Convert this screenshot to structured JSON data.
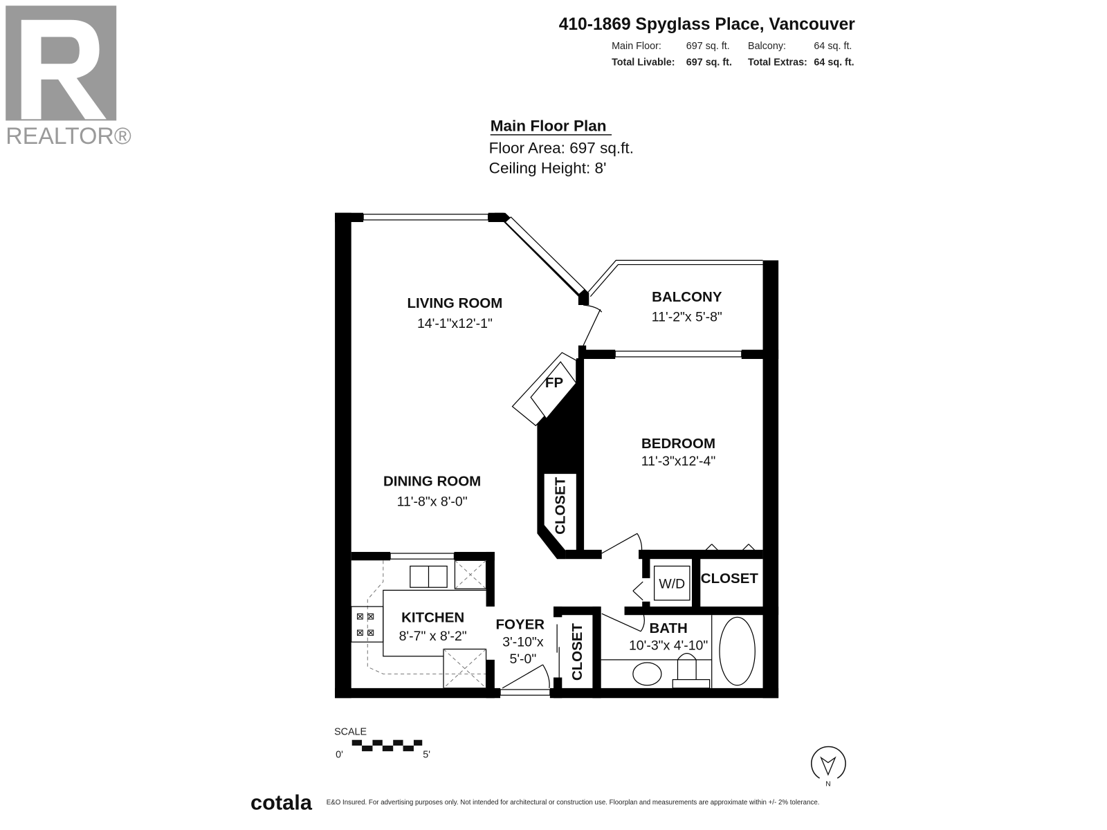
{
  "logo": {
    "realtor": "REALTOR®",
    "brand": "cotala"
  },
  "header": {
    "address": "410-1869 Spyglass Place, Vancouver",
    "main_floor_label": "Main Floor:",
    "main_floor_value": "697 sq. ft.",
    "balcony_label": "Balcony:",
    "balcony_value": "64 sq. ft.",
    "total_livable_label": "Total Livable:",
    "total_livable_value": "697 sq. ft.",
    "total_extras_label": "Total Extras:",
    "total_extras_value": "64 sq. ft."
  },
  "plan_info": {
    "title": "Main Floor Plan",
    "floor_area": "Floor Area:  697 sq.ft.",
    "ceiling_height": "Ceiling Height: 8'"
  },
  "rooms": {
    "living": {
      "name": "LIVING ROOM",
      "dims": "14'-1\"x12'-1\""
    },
    "balcony": {
      "name": "BALCONY",
      "dims": "11'-2\"x  5'-8\""
    },
    "fireplace": {
      "name": "FP"
    },
    "bedroom": {
      "name": "BEDROOM",
      "dims": "11'-3\"x12'-4\""
    },
    "dining": {
      "name": "DINING ROOM",
      "dims": "11'-8\"x  8'-0\""
    },
    "closet_bed": {
      "name": "CLOSET"
    },
    "wd": {
      "name": "W/D"
    },
    "closet_hall": {
      "name": "CLOSET"
    },
    "kitchen": {
      "name": "KITCHEN",
      "dims": "8'-7\" x  8'-2\""
    },
    "foyer": {
      "name": "FOYER",
      "dims1": "3'-10\"x",
      "dims2": "5'-0\""
    },
    "closet_foyer": {
      "name": "CLOSET"
    },
    "bath": {
      "name": "BATH",
      "dims": "10'-3\"x 4'-10\""
    }
  },
  "scale": {
    "label": "SCALE",
    "start": "0'",
    "end": "5'"
  },
  "compass": {
    "north": "N"
  },
  "footer": {
    "disclaimer": "E&O Insured. For advertising purposes only. Not intended for architectural or construction use. Floorplan and measurements are approximate within +/- 2% tolerance."
  }
}
